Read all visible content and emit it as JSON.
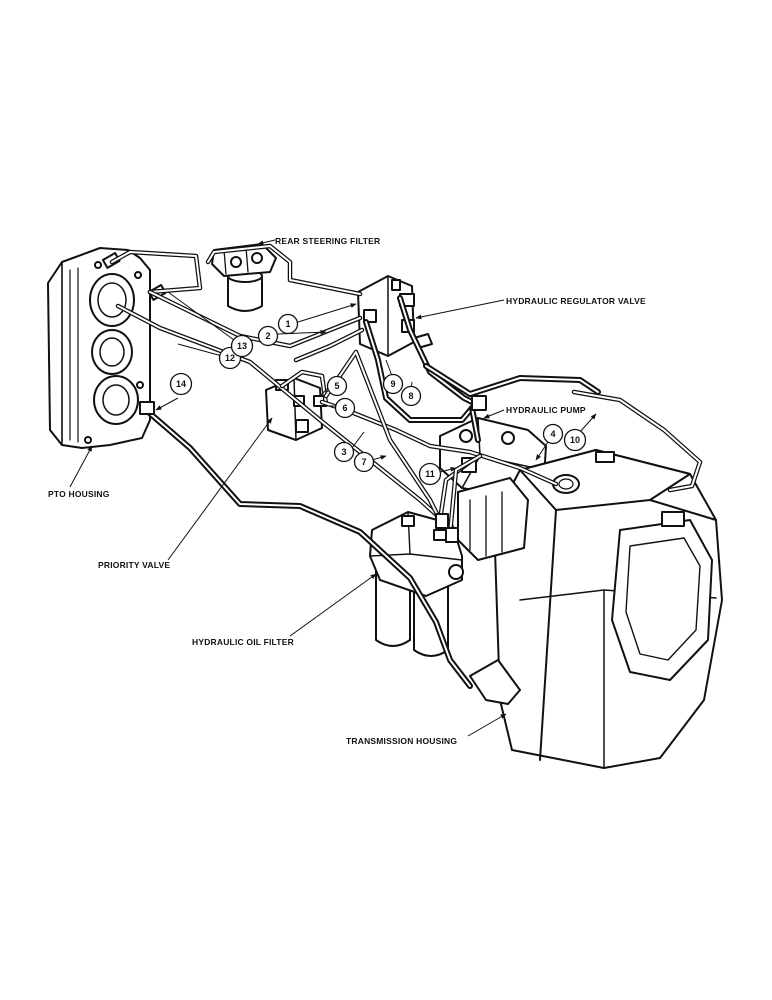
{
  "labels": {
    "rear_steering_filter": "REAR STEERING FILTER",
    "hydraulic_regulator_valve": "HYDRAULIC REGULATOR VALVE",
    "hydraulic_pump": "HYDRAULIC PUMP",
    "pto_housing": "PTO HOUSING",
    "priority_valve": "PRIORITY VALVE",
    "hydraulic_oil_filter": "HYDRAULIC OIL FILTER",
    "transmission_housing": "TRANSMISSION HOUSING"
  },
  "callouts": {
    "c1": "1",
    "c2": "2",
    "c3": "3",
    "c4": "4",
    "c5": "5",
    "c6": "6",
    "c7": "7",
    "c8": "8",
    "c9": "9",
    "c10": "10",
    "c11": "11",
    "c12": "12",
    "c13": "13",
    "c14": "14"
  }
}
